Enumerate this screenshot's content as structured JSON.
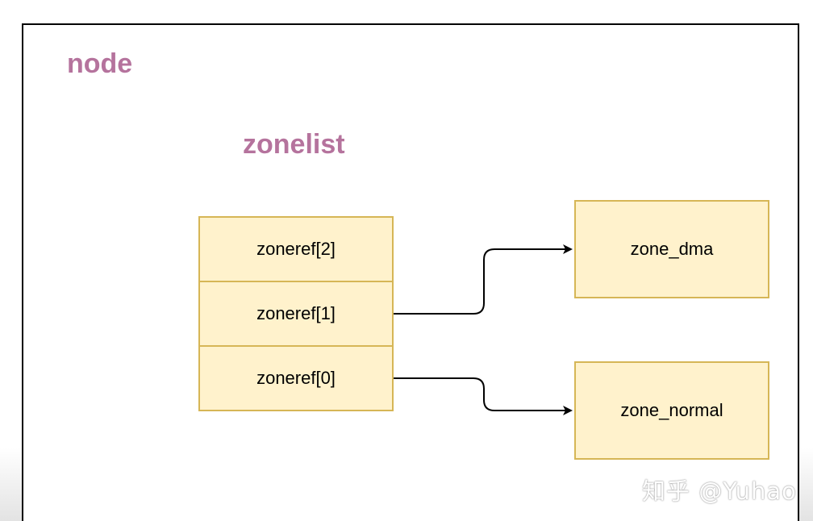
{
  "diagram": {
    "node_label": "node",
    "zonelist_label": "zonelist",
    "zonerefs": [
      "zoneref[2]",
      "zoneref[1]",
      "zoneref[0]"
    ],
    "zones": {
      "dma": "zone_dma",
      "normal": "zone_normal"
    },
    "edges": [
      {
        "from": "zoneref[1]",
        "to": "zone_dma"
      },
      {
        "from": "zoneref[0]",
        "to": "zone_normal"
      }
    ],
    "colors": {
      "label": "#b5739d",
      "box_fill": "#fff2cc",
      "box_border": "#d6b656"
    }
  },
  "watermark": "知乎 @Yuhao"
}
